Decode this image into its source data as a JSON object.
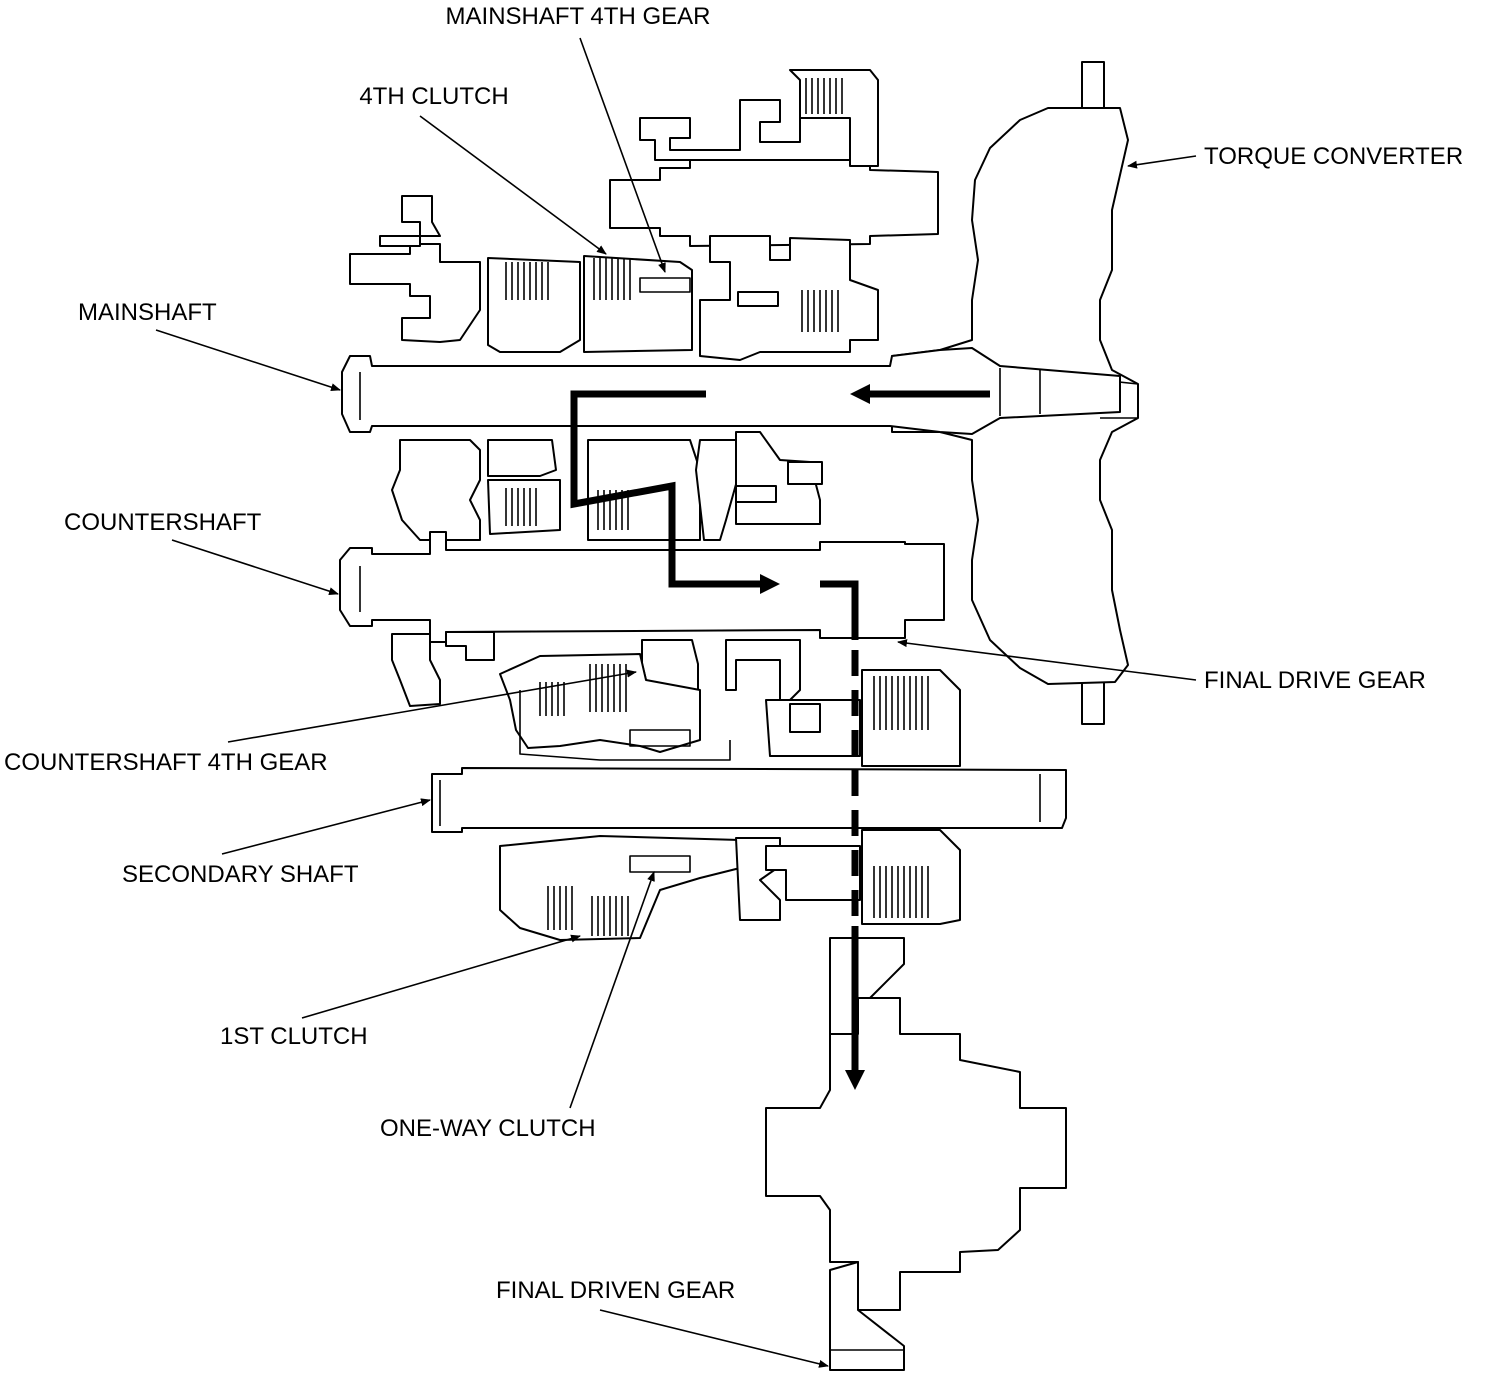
{
  "labels": {
    "mainshaft_4th_gear": "MAINSHAFT 4TH GEAR",
    "fourth_clutch": "4TH CLUTCH",
    "torque_converter": "TORQUE CONVERTER",
    "mainshaft": "MAINSHAFT",
    "countershaft": "COUNTERSHAFT",
    "final_drive_gear": "FINAL DRIVE GEAR",
    "countershaft_4th_gear": "COUNTERSHAFT 4TH GEAR",
    "secondary_shaft": "SECONDARY SHAFT",
    "first_clutch": "1ST CLUTCH",
    "one_way_clutch": "ONE-WAY CLUTCH",
    "final_driven_gear": "FINAL DRIVEN GEAR"
  },
  "colors": {
    "line": "#000000",
    "background": "#ffffff"
  }
}
